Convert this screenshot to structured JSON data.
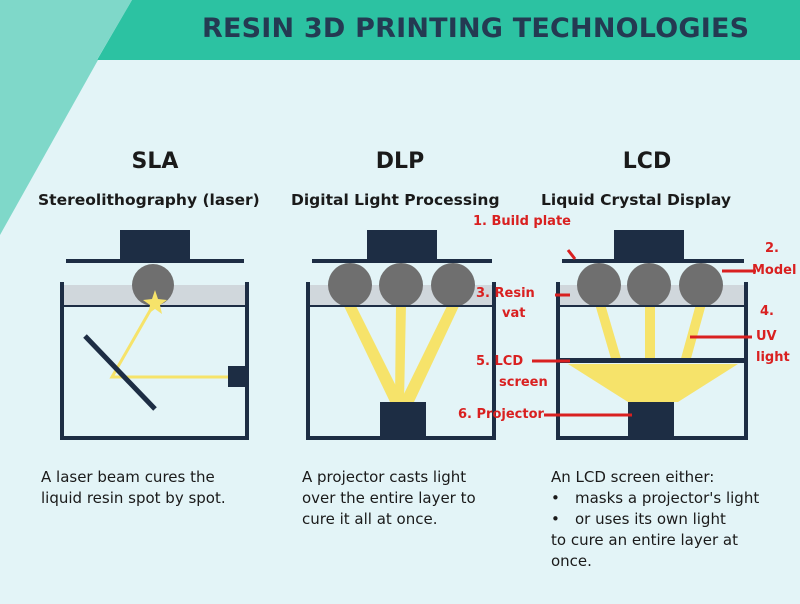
{
  "title": "RESIN 3D PRINTING TECHNOLOGIES",
  "colors": {
    "banner": "#2cc2a2",
    "left_accent": "#7fd8c9",
    "background": "#e3f4f7",
    "frame": "#1d2d44",
    "resin": "#d0d7dc",
    "sphere": "#6f6f6f",
    "beam": "#f6e36a",
    "label": "#d92020"
  },
  "columns": [
    {
      "name": "SLA",
      "subtitle": "Stereolithography (laser)",
      "description": [
        "A laser beam cures the",
        "liquid resin spot by spot."
      ]
    },
    {
      "name": "DLP",
      "subtitle": "Digital Light Processing",
      "description": [
        "A projector casts light",
        "over the entire layer to",
        "cure it all at once."
      ]
    },
    {
      "name": "LCD",
      "subtitle": "Liquid Crystal Display",
      "description_intro": "An LCD screen either:",
      "bullets": [
        "masks a projector's light",
        "or uses its own light"
      ],
      "description_outro": [
        "to cure an entire layer at",
        "once."
      ]
    }
  ],
  "annotations": {
    "build_plate": "1. Build plate",
    "model_num": "2.",
    "model": "Model",
    "resin_vat_1": "3. Resin",
    "resin_vat_2": "vat",
    "uv_num": "4.",
    "uv_1": "UV",
    "uv_2": "light",
    "lcd_1": "5. LCD",
    "lcd_2": "screen",
    "projector": "6. Projector"
  }
}
